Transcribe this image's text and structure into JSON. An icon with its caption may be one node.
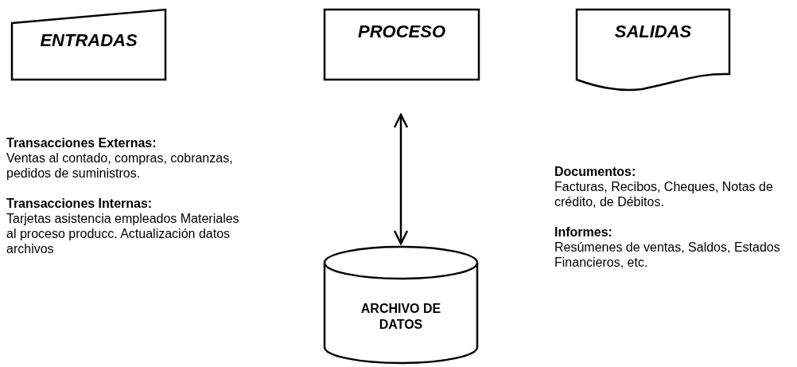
{
  "diagram": {
    "nodes": [
      {
        "text": [
          "ENTRADAS"
        ],
        "beside": [
          "Transacciones Externas:",
          "Ventas al contado, compras, cobranzas, pedidos de suministros.",
          "Transacciones Internas:",
          "Tarjetas asistencia empleados Materiales al proceso producc. Actualización datos archivos"
        ]
      },
      {
        "text": [
          "PROCESO"
        ]
      },
      {
        "text": [
          "SALIDAS"
        ],
        "beside": [
          "Documentos:",
          "Facturas, Recibos, Cheques, Notas de crédito, de Débitos.",
          "Informes:",
          "Resúmenes de ventas, Saldos, Estados Financieros, etc."
        ]
      },
      {
        "text": [
          "ARCHIVO DE DATOS"
        ]
      }
    ],
    "edges": [
      {
        "from": 1,
        "to": 3,
        "arrow": "both"
      }
    ]
  }
}
